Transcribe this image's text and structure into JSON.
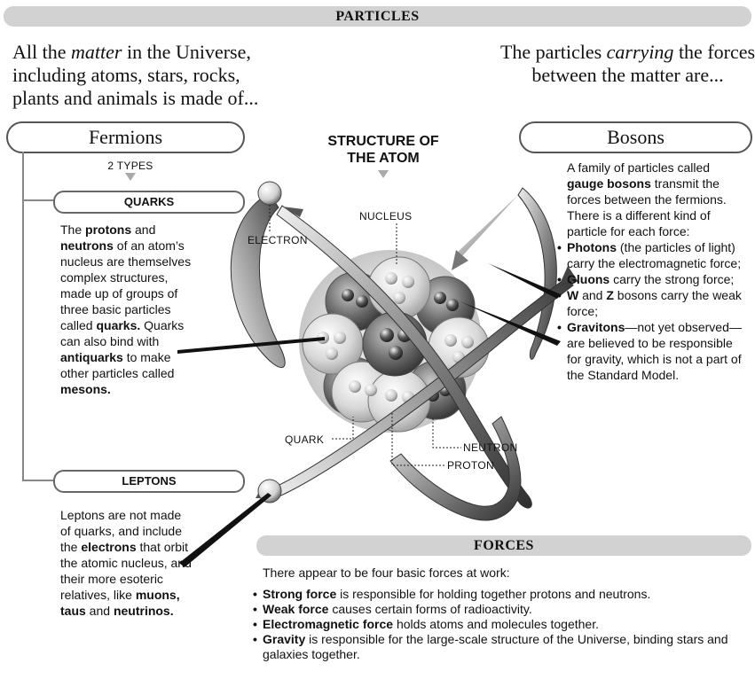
{
  "banners": {
    "particles": "PARTICLES",
    "forces": "FORCES"
  },
  "intro": {
    "left": {
      "pre": "All the ",
      "emph": "matter",
      "post": " in the Universe, including atoms, stars, rocks, plants and animals is made of..."
    },
    "right": {
      "pre": "The particles ",
      "emph": "carrying",
      "post": " the forces between the matter are..."
    }
  },
  "fermions": {
    "title": "Fermions",
    "types_label": "2 TYPES",
    "quarks": {
      "title": "QUARKS",
      "t1": "The ",
      "b1": "protons",
      "t2": " and ",
      "b2": "neutrons",
      "t3": " of an atom’s nucleus are themselves complex structures, made up of groups of three basic particles called ",
      "b3": "quarks.",
      "t4": " Quarks can also bind with ",
      "b4": "antiquarks",
      "t5": " to make other particles called ",
      "b5": "mesons."
    },
    "leptons": {
      "title": "LEPTONS",
      "t1": "Leptons are not made of quarks, and include the ",
      "b1": "electrons",
      "t2": " that orbit the atomic nucleus, and their more esoteric relatives, like ",
      "b2": "muons, taus",
      "t3": " and ",
      "b3": "neutrinos."
    }
  },
  "atom": {
    "title_line1": "STRUCTURE OF",
    "title_line2": "THE ATOM",
    "labels": {
      "nucleus": "NUCLEUS",
      "electron": "ELECTRON",
      "quark": "QUARK",
      "neutron": "NEUTRON",
      "proton": "PROTON"
    }
  },
  "bosons": {
    "title": "Bosons",
    "intro_t1": "A family of particles called ",
    "intro_b1": "gauge bosons",
    "intro_t2": " transmit the forces between the fermions. There is a different kind of particle for each force:",
    "items": [
      {
        "bold": "Photons",
        "text": " (the particles of light) carry the electromagnetic force;"
      },
      {
        "bold": "Gluons",
        "text": " carry the strong force;"
      },
      {
        "bold": "W",
        "mid": " and ",
        "bold2": "Z",
        "text": " bosons carry the weak force;"
      },
      {
        "bold": "Gravitons",
        "text": "—not yet observed—are believed to be responsible for gravity, which is not a part of the Standard Model."
      }
    ]
  },
  "forces": {
    "intro": "There appear to be four basic forces at work:",
    "items": [
      {
        "bold": "Strong force",
        "text": " is responsible for holding together protons and neutrons."
      },
      {
        "bold": "Weak force",
        "text": " causes certain forms of radioactivity."
      },
      {
        "bold": "Electromagnetic force",
        "text": " holds atoms and molecules together."
      },
      {
        "bold": "Gravity",
        "text": " is responsible for the large-scale structure of the Universe, binding stars and galaxies together."
      }
    ]
  }
}
